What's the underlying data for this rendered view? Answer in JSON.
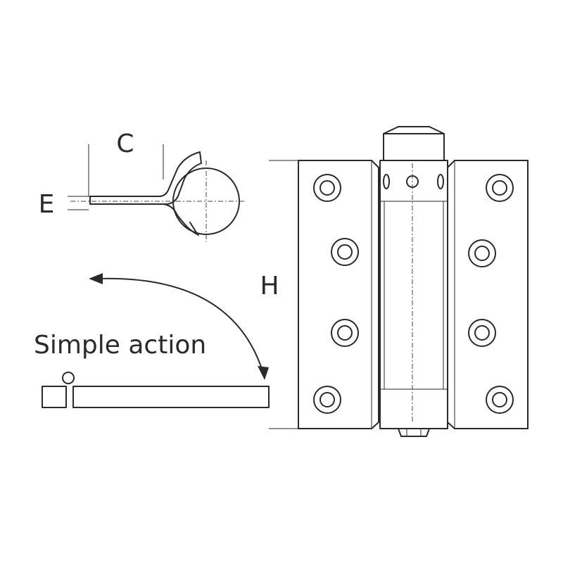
{
  "labels": {
    "c": "C",
    "e": "E",
    "h": "H",
    "caption": "Simple action"
  }
}
